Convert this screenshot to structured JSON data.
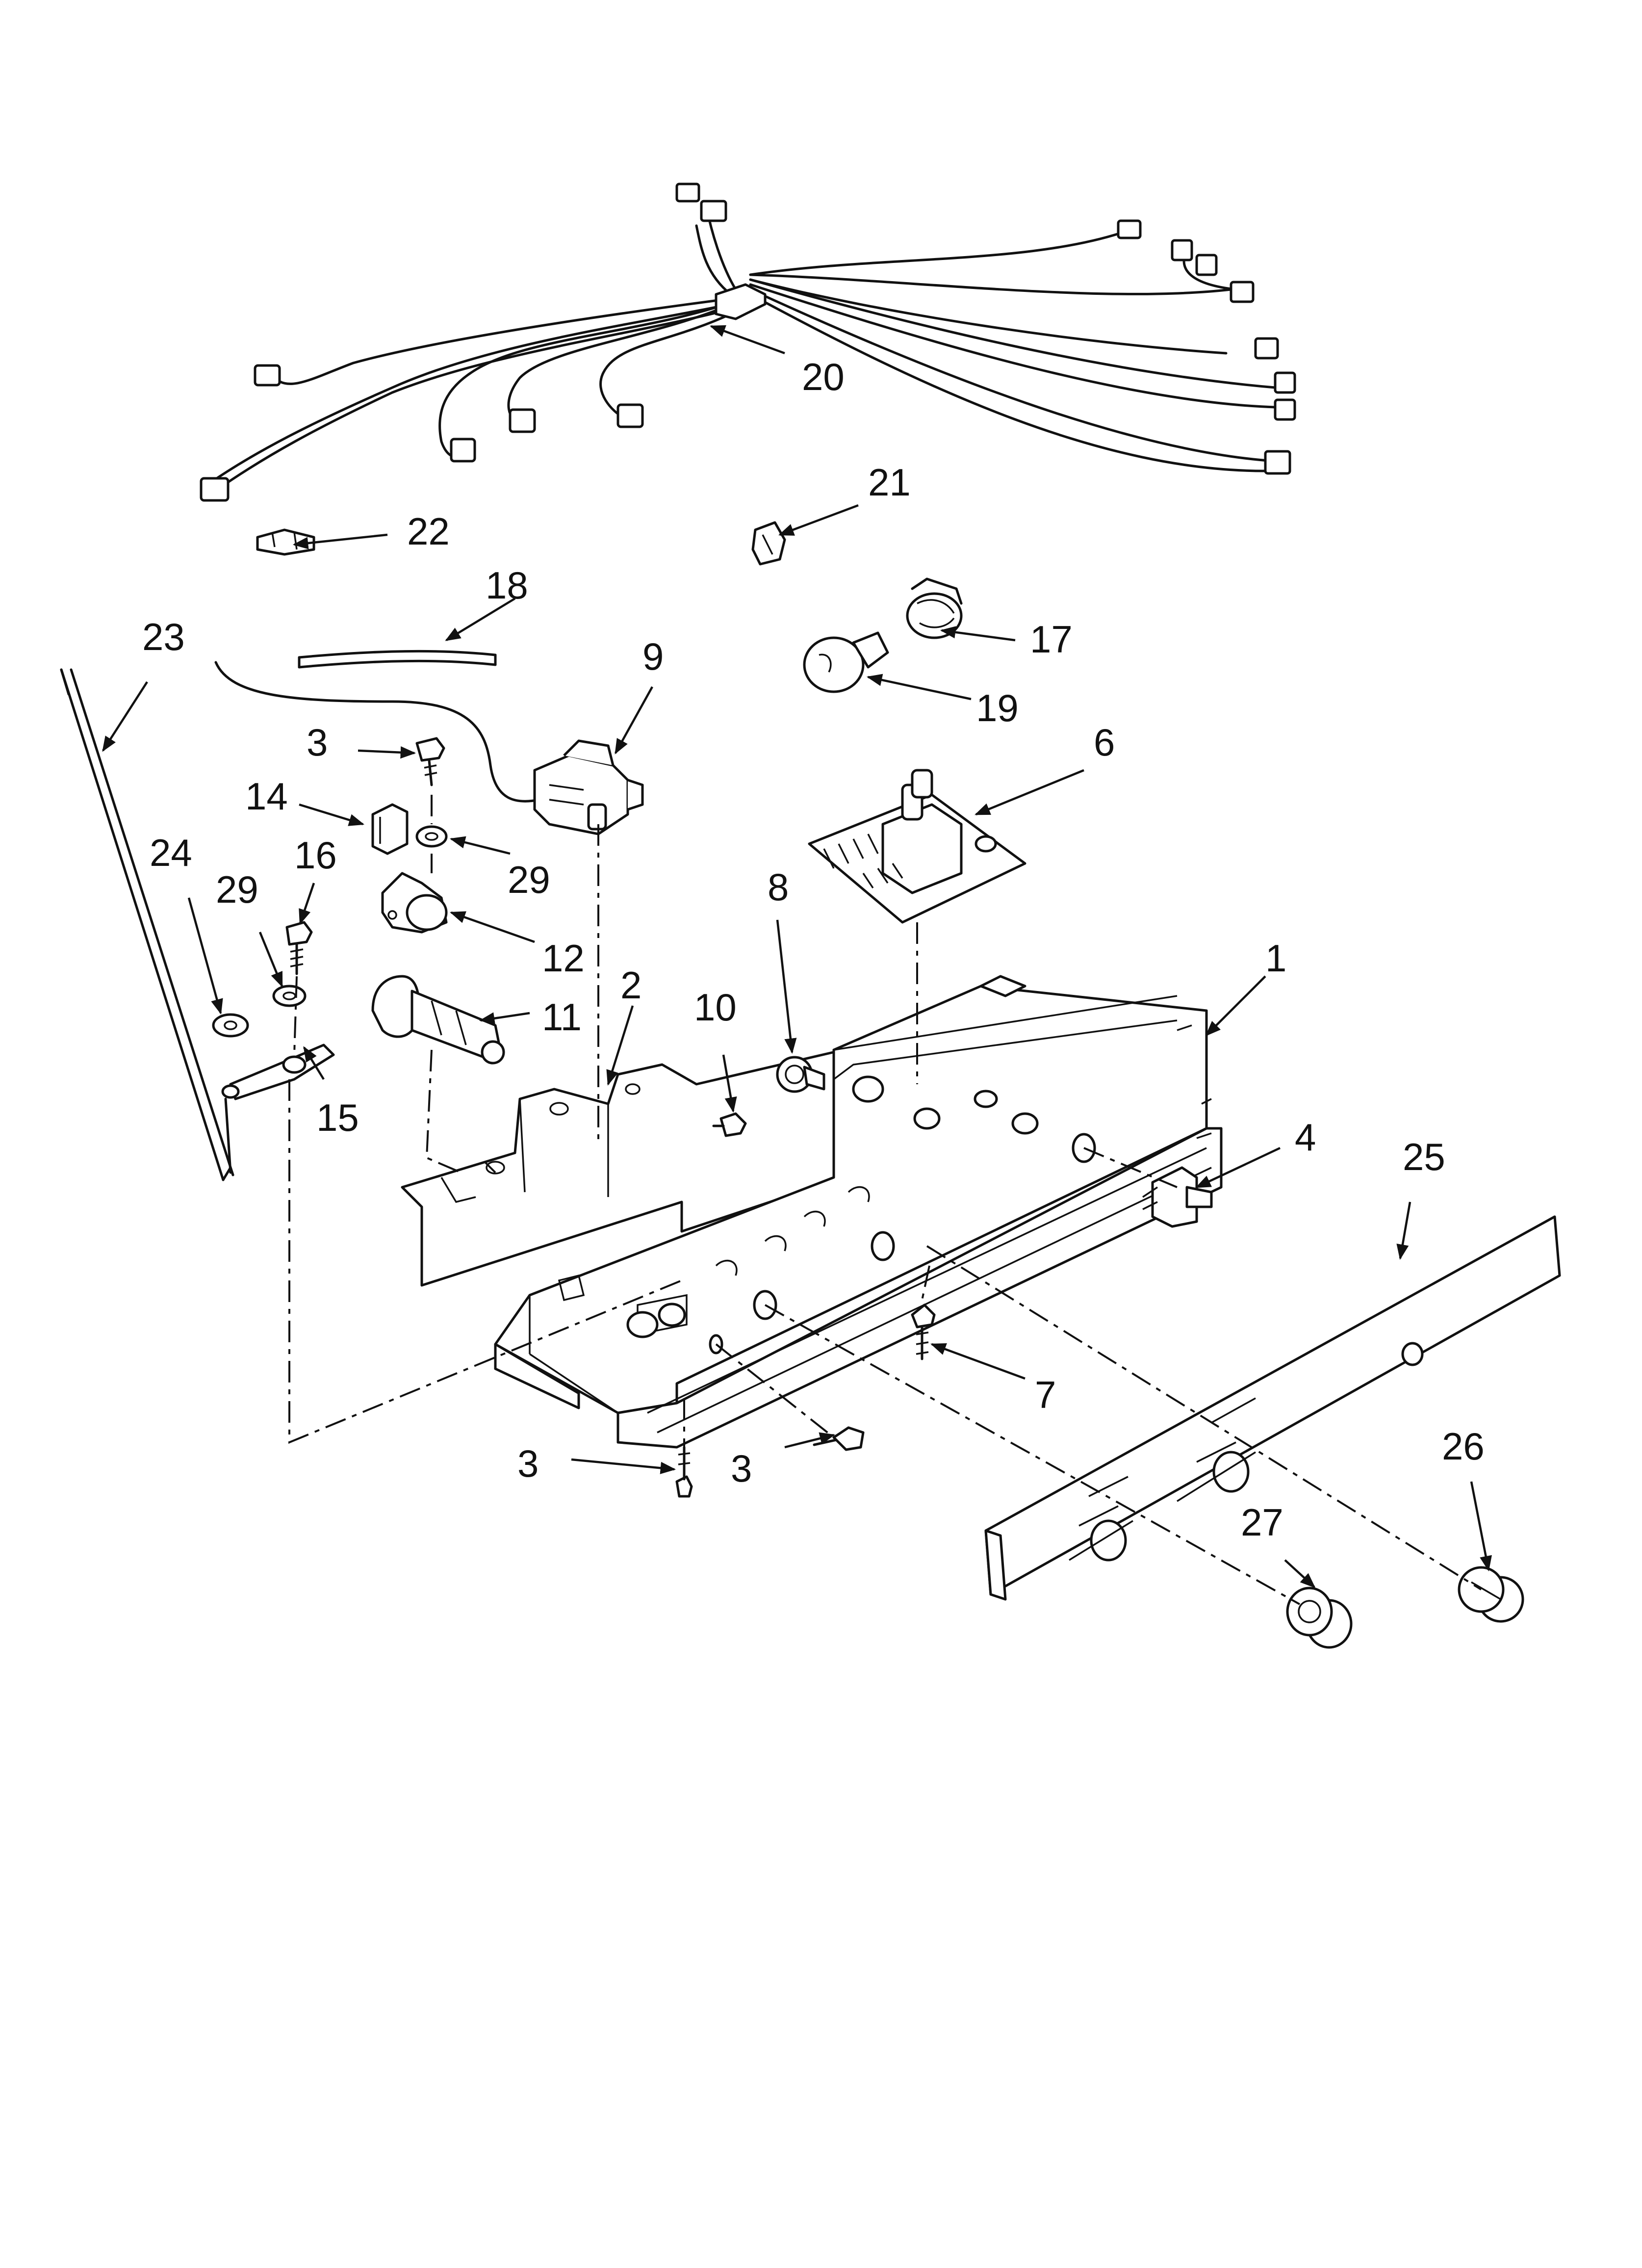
{
  "diagram": {
    "callouts": [
      {
        "id": "c20",
        "label": "20"
      },
      {
        "id": "c21",
        "label": "21"
      },
      {
        "id": "c22",
        "label": "22"
      },
      {
        "id": "c18",
        "label": "18"
      },
      {
        "id": "c23",
        "label": "23"
      },
      {
        "id": "c17",
        "label": "17"
      },
      {
        "id": "c19",
        "label": "19"
      },
      {
        "id": "c9",
        "label": "9"
      },
      {
        "id": "c3a",
        "label": "3"
      },
      {
        "id": "c6",
        "label": "6"
      },
      {
        "id": "c14",
        "label": "14"
      },
      {
        "id": "c29a",
        "label": "29"
      },
      {
        "id": "c24",
        "label": "24"
      },
      {
        "id": "c16",
        "label": "16"
      },
      {
        "id": "c29b",
        "label": "29"
      },
      {
        "id": "c12",
        "label": "12"
      },
      {
        "id": "c8",
        "label": "8"
      },
      {
        "id": "c1",
        "label": "1"
      },
      {
        "id": "c2",
        "label": "2"
      },
      {
        "id": "c11",
        "label": "11"
      },
      {
        "id": "c10",
        "label": "10"
      },
      {
        "id": "c15",
        "label": "15"
      },
      {
        "id": "c4",
        "label": "4"
      },
      {
        "id": "c25",
        "label": "25"
      },
      {
        "id": "c7",
        "label": "7"
      },
      {
        "id": "c3b",
        "label": "3"
      },
      {
        "id": "c3c",
        "label": "3"
      },
      {
        "id": "c26",
        "label": "26"
      },
      {
        "id": "c27",
        "label": "27"
      }
    ]
  }
}
